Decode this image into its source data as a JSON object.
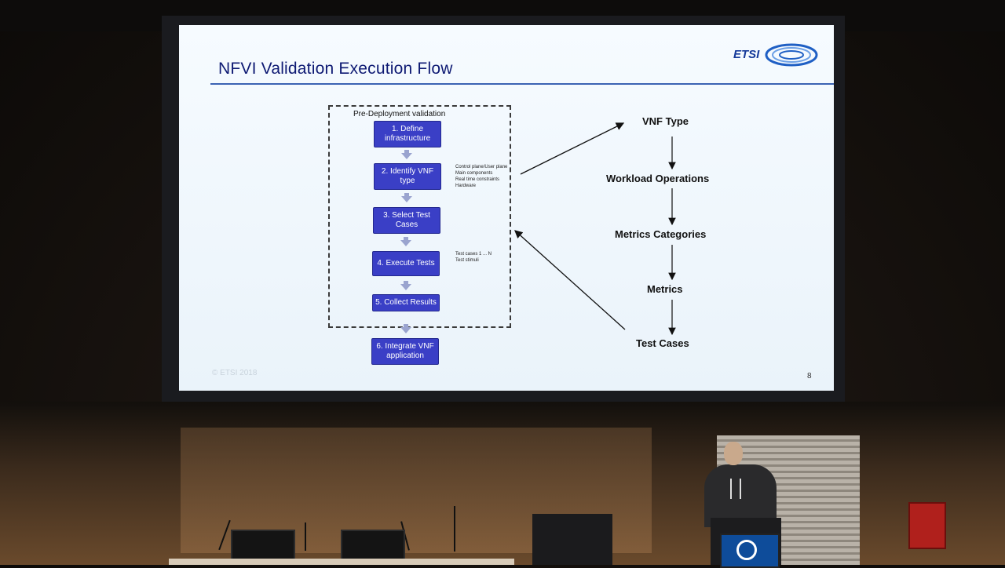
{
  "slide": {
    "title": "NFVI Validation Execution Flow",
    "logo_text": "ETSI",
    "box_title": "Pre-Deployment validation",
    "steps": [
      {
        "label": "1. Define infrastructure"
      },
      {
        "label": "2. Identify VNF type"
      },
      {
        "label": "3. Select Test Cases"
      },
      {
        "label": "4. Execute Tests"
      },
      {
        "label": "5. Collect Results"
      },
      {
        "label": "6. Integrate VNF application"
      }
    ],
    "notes_step2": [
      "Control plane/User plane",
      "Main components",
      "Real time constraints",
      "Hardware"
    ],
    "notes_step4": [
      "Test cases 1 ... N",
      "Test stimuli"
    ],
    "flow": [
      "VNF Type",
      "Workload Operations",
      "Metrics Categories",
      "Metrics",
      "Test Cases"
    ],
    "copyright": "© ETSI 2018",
    "page_number": "8"
  },
  "colors": {
    "title": "#0e1a73",
    "step_fill": "#3a3fc6",
    "rule": "#3b63b3",
    "stage_wood": "#6a4a2c"
  }
}
